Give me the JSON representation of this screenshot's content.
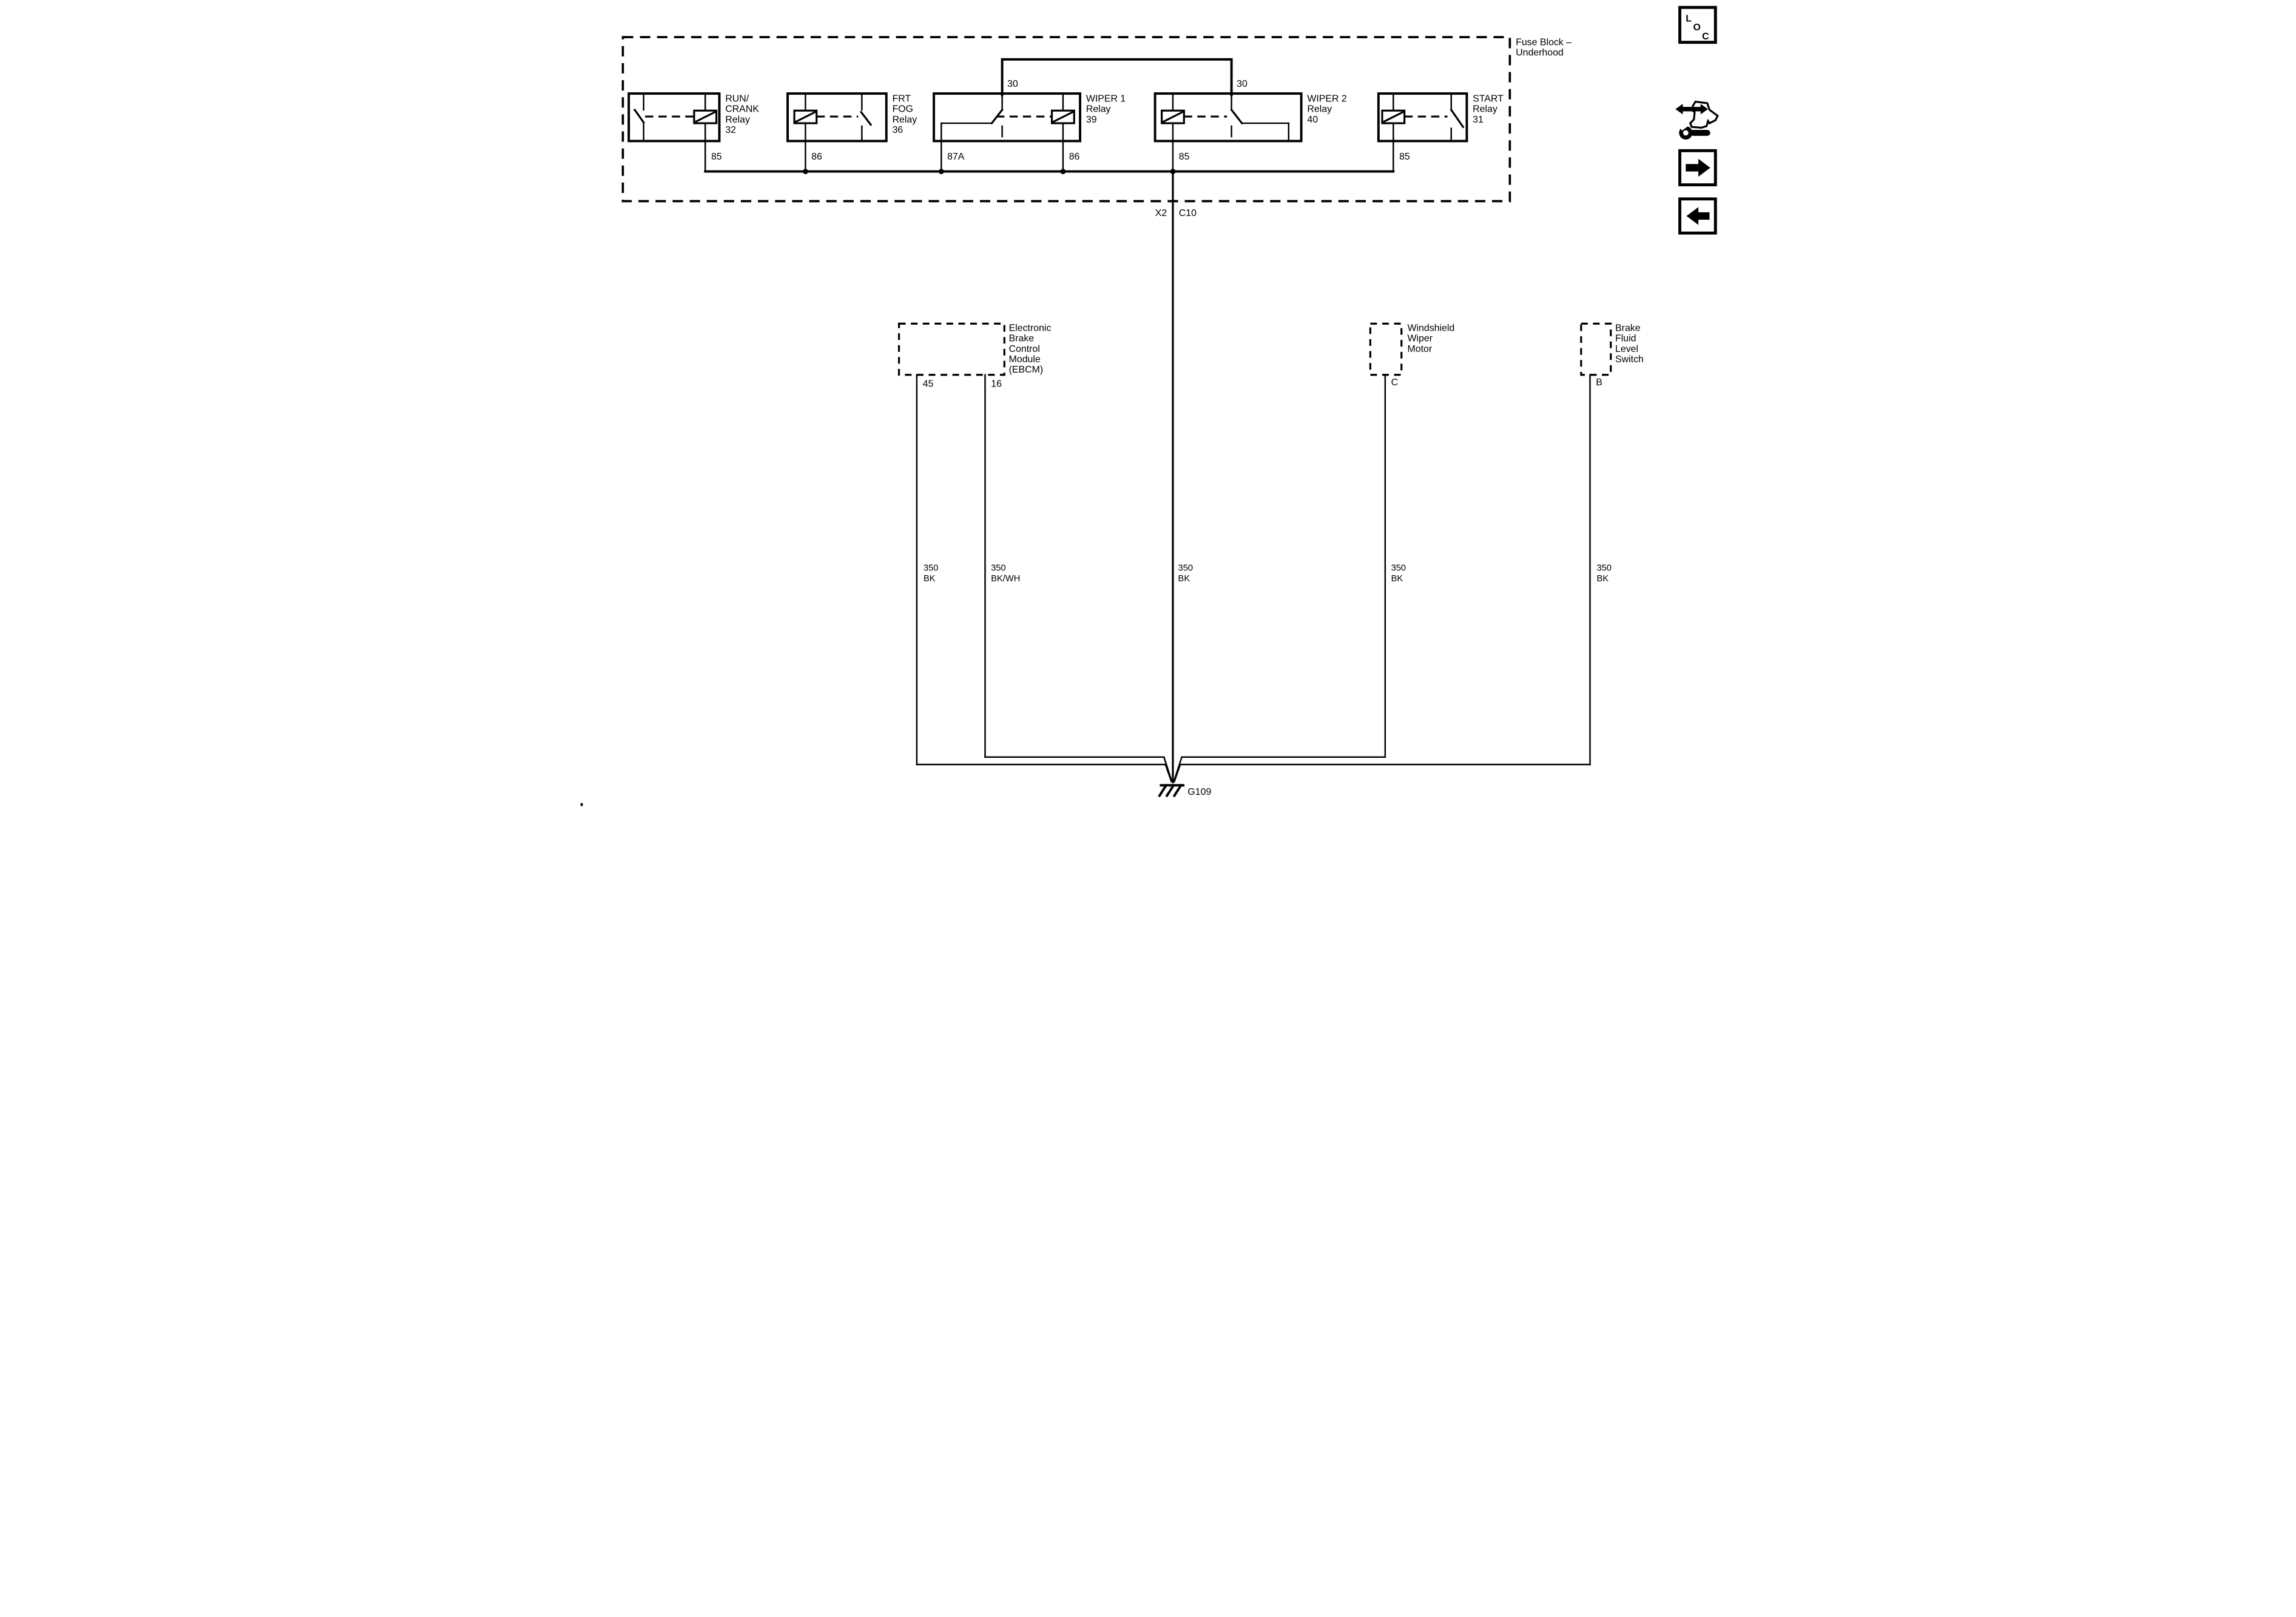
{
  "fuse_block": {
    "label_lines": [
      "Fuse Block –",
      "Underhood"
    ]
  },
  "connector": {
    "left": "X2",
    "right": "C10"
  },
  "relays": [
    {
      "name_lines": [
        "RUN/",
        "CRANK",
        "Relay",
        "32"
      ],
      "pin_bottom": "85"
    },
    {
      "name_lines": [
        "FRT",
        "FOG",
        "Relay",
        "36"
      ],
      "pin_bottom": "86"
    },
    {
      "name_lines": [
        "WIPER 1",
        "Relay",
        "39"
      ],
      "pin_top": "30",
      "pin_bottom_left": "87A",
      "pin_bottom_right": "86"
    },
    {
      "name_lines": [
        "WIPER 2",
        "Relay",
        "40"
      ],
      "pin_top": "30",
      "pin_bottom": "85"
    },
    {
      "name_lines": [
        "START",
        "Relay",
        "31"
      ],
      "pin_bottom": "85"
    }
  ],
  "components": [
    {
      "name_lines": [
        "Electronic",
        "Brake",
        "Control",
        "Module",
        "(EBCM)"
      ],
      "pin_left": "45",
      "pin_right": "16"
    },
    {
      "name_lines": [
        "Windshield",
        "Wiper",
        "Motor"
      ],
      "pin": "C"
    },
    {
      "name_lines": [
        "Brake",
        "Fluid",
        "Level",
        "Switch"
      ],
      "pin": "B"
    }
  ],
  "wire_labels": [
    {
      "line1": "350",
      "line2": "BK"
    },
    {
      "line1": "350",
      "line2": "BK/WH"
    },
    {
      "line1": "350",
      "line2": "BK"
    },
    {
      "line1": "350",
      "line2": "BK"
    },
    {
      "line1": "350",
      "line2": "BK"
    }
  ],
  "ground": {
    "label": "G109"
  },
  "sidebar": {
    "loc": [
      "L",
      "O",
      "C"
    ]
  },
  "colors": {
    "ink": "#000000",
    "background": "#ffffff"
  }
}
